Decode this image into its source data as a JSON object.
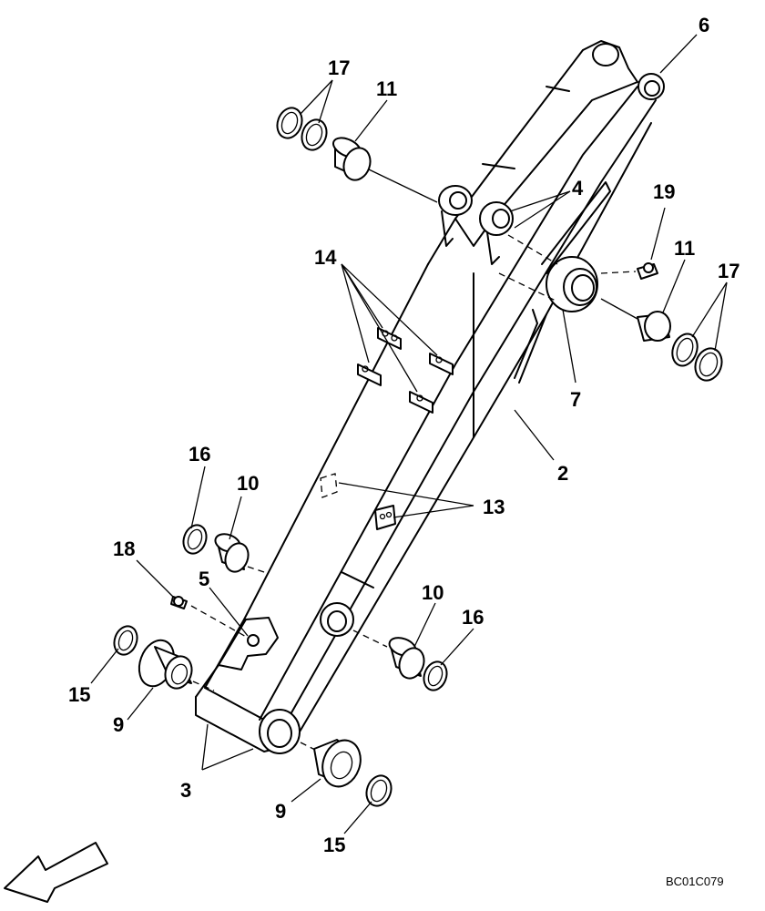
{
  "labels": {
    "n2": "2",
    "n3": "3",
    "n4": "4",
    "n5": "5",
    "n6": "6",
    "n7": "7",
    "n9a": "9",
    "n9b": "9",
    "n10a": "10",
    "n10b": "10",
    "n11a": "11",
    "n11b": "11",
    "n13": "13",
    "n14": "14",
    "n15a": "15",
    "n15b": "15",
    "n16a": "16",
    "n16b": "16",
    "n17a": "17",
    "n17b": "17",
    "n18": "18",
    "n19": "19"
  },
  "drawing_code": "BC01C079"
}
